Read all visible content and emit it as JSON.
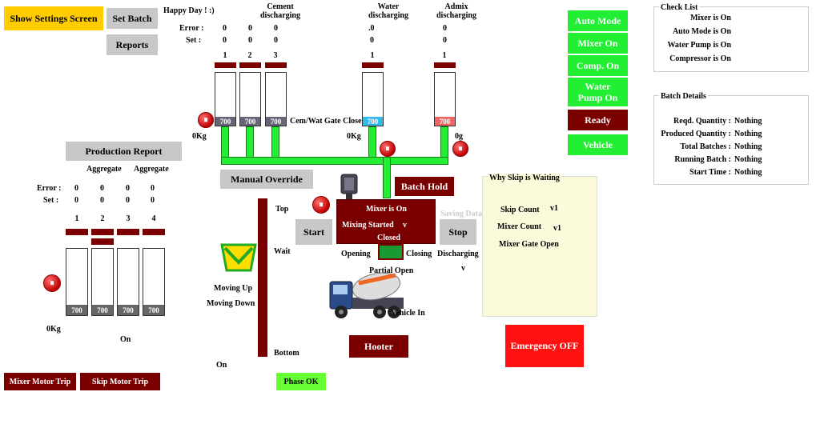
{
  "top_buttons": {
    "settings": "Show Settings Screen",
    "set_batch": "Set Batch",
    "reports": "Reports"
  },
  "greeting": "Happy Day ! :)",
  "rows": {
    "error": "Error :",
    "set": "Set :"
  },
  "headers": {
    "cement": "Cement\ndischarging",
    "water": "Water\ndischarging",
    "admix": "Admix\ndischarging"
  },
  "top_error": [
    "0",
    "0",
    "0",
    ".0",
    "0"
  ],
  "top_set": [
    "0",
    "0",
    "0",
    "0",
    "0"
  ],
  "bin_nums": [
    "1",
    "2",
    "3",
    "1",
    "1"
  ],
  "bin_vals": [
    "700",
    "700",
    "700",
    "700",
    "700"
  ],
  "cem_wat_gate": "Cem/Wat Gate Close",
  "weights": {
    "cement": "0Kg",
    "water": "0Kg",
    "admix": "0g",
    "aggregate": "0Kg"
  },
  "manual_override": "Manual Override",
  "batch_hold": "Batch Hold",
  "skip": {
    "top": "Top",
    "wait": "Wait",
    "moving_up": "Moving Up",
    "moving_down": "Moving Down",
    "bottom": "Bottom",
    "on": "On"
  },
  "mixer": {
    "mixer_on": "Mixer is On",
    "mixing_started": "Mixing Started",
    "v": "v",
    "closed": "Closed",
    "opening": "Opening",
    "closing": "Closing",
    "partial_open": "Partial Open",
    "saving": "Saving Data",
    "discharging": "Discharging",
    "disch_v": "v"
  },
  "start": "Start",
  "stop": "Stop",
  "vehicle_in": "Vehicle In",
  "hooter": "Hooter",
  "emergency": "Emergency OFF",
  "phase_ok": "Phase OK",
  "trips": {
    "mixer": "Mixer Motor Trip",
    "skip": "Skip Motor Trip"
  },
  "production": {
    "title": "Production Report",
    "agg1": "Aggregate",
    "agg2": "Aggregate",
    "error": [
      "0",
      "0",
      "0",
      "0"
    ],
    "set": [
      "0",
      "0",
      "0",
      "0"
    ],
    "nums": [
      "1",
      "2",
      "3",
      "4"
    ],
    "vals": [
      "700",
      "700",
      "700",
      "700"
    ],
    "on": "On"
  },
  "right_buttons": {
    "auto_mode": "Auto Mode",
    "mixer_on": "Mixer On",
    "comp_on": "Comp. On",
    "water_pump": "Water\nPump On",
    "ready": "Ready",
    "vehicle": "Vehicle"
  },
  "checklist": {
    "title": "Check List",
    "items": [
      "Mixer is On",
      "Auto Mode is On",
      "Water Pump is On",
      "Compressor is On"
    ]
  },
  "batch_details": {
    "title": "Batch Details",
    "labels": [
      "Reqd. Quantity :",
      "Produced Quantity :",
      "Total Batches :",
      "Running Batch :",
      "Start Time :"
    ],
    "values": [
      "Nothing",
      "Nothing",
      "Nothing",
      "Nothing",
      "Nothing"
    ]
  },
  "skip_wait": {
    "title": "Why Skip is Waiting",
    "skip_count": "Skip Count",
    "skip_v": "v1",
    "mixer_count": "Mixer Count",
    "mixer_v": "v1",
    "gate_open": "Mixer Gate Open"
  },
  "colors": {
    "dark_red": "#7a0000",
    "green": "#22ee33",
    "yellow": "#ffcc00",
    "cement": "#666677",
    "water": "#33bbee",
    "admix": "#ee6666"
  }
}
